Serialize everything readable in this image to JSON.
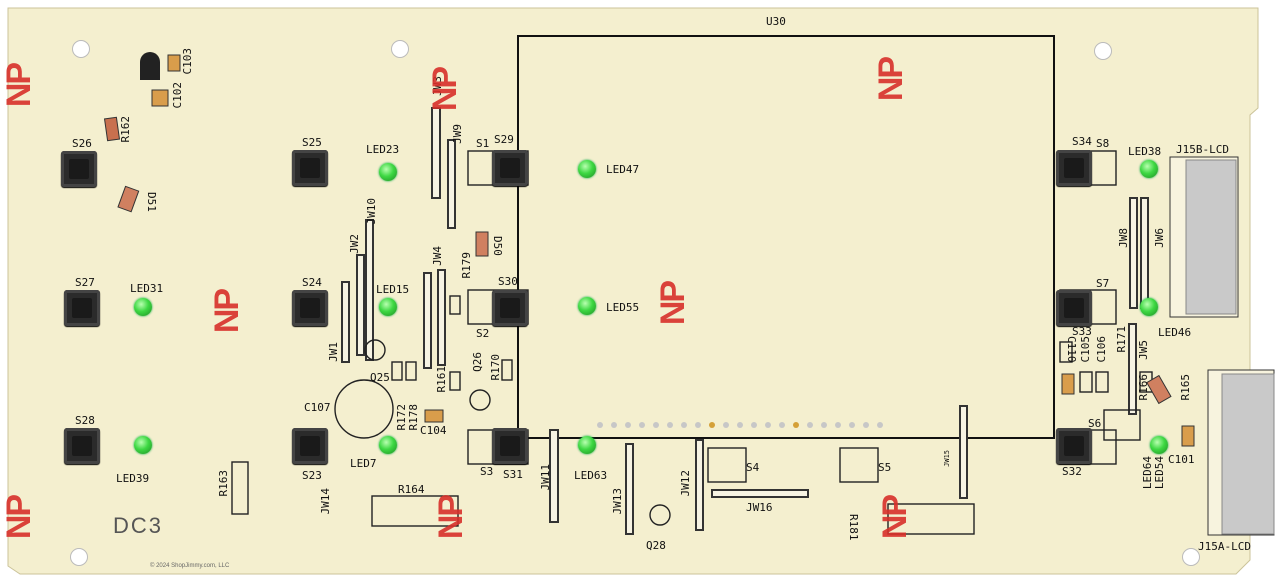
{
  "board": {
    "module": "U30",
    "marking": "DC3",
    "copyright": "© 2024 ShopJimmy.com, LLC",
    "stamp": "NP"
  },
  "switches": [
    "S26",
    "S27",
    "S28",
    "S25",
    "S24",
    "S23",
    "S29",
    "S30",
    "S31",
    "S34",
    "S33",
    "S32"
  ],
  "leds": [
    "LED23",
    "LED31",
    "LED39",
    "LED15",
    "LED7",
    "LED47",
    "LED55",
    "LED63",
    "LED38",
    "LED46",
    "LED64",
    "LED54"
  ],
  "labels": {
    "s1": "S1",
    "s2": "S2",
    "s3": "S3",
    "s4": "S4",
    "s5": "S5",
    "s6": "S6",
    "s7": "S7",
    "s8": "S8",
    "jw1": "JW1",
    "jw2": "JW2",
    "jw3": "JW3",
    "jw4": "JW4",
    "jw5": "JW5",
    "jw6": "JW6",
    "jw8": "JW8",
    "jw9": "JW9",
    "jw10": "JW10",
    "jw11": "JW11",
    "jw12": "JW12",
    "jw13": "JW13",
    "jw14": "JW14",
    "jw15": "JW15",
    "jw16": "JW16",
    "c101": "C101",
    "c102": "C102",
    "c103": "C103",
    "c104": "C104",
    "c105": "C105",
    "c106": "C106",
    "c107": "C107",
    "c110": "C110",
    "d50": "D50",
    "d51": "D51",
    "r161": "R161",
    "r162": "R162",
    "r163": "R163",
    "r164": "R164",
    "r165": "R165",
    "r166": "R166",
    "r170": "R170",
    "r171": "R171",
    "r172": "R172",
    "r178": "R178",
    "r179": "R179",
    "r181": "R181",
    "q25": "Q25",
    "q26": "Q26",
    "q28": "Q28",
    "j15b": "J15B-LCD",
    "j15a": "J15A-LCD"
  }
}
